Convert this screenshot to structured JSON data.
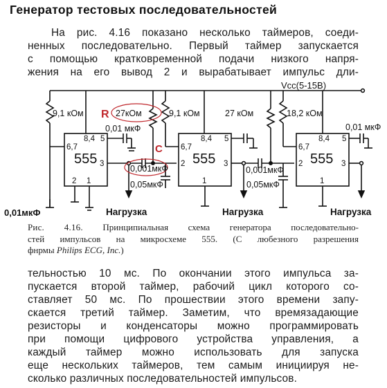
{
  "heading": "Генератор тестовых последовательностей",
  "paragraph1": [
    "На рис. 4.16 показано несколько таймеров, соеди-",
    "ненных последовательно. Первый таймер запускается",
    "с помощью кратковременной подачи низкого напря-",
    "жения на его вывод 2 и вырабатывает импульс дли-"
  ],
  "caption": {
    "lead": "Рис. 4.16.",
    "line1_rest": "Принципиальная схема генератора последовательно-",
    "line2": "стей импульсов на микросхеме 555. (С любезного разрешения",
    "line3_prefix": "фнрмы",
    "line3_brand": "Philips ECG, Inc.",
    "line3_suffix": ")"
  },
  "paragraph2": [
    "тельностью 10 мс. По окончании этого импульса за-",
    "пускается второй таймер, рабочий цикл которого со-",
    "ставляет 50 мс. По прошествии этого времени запу-",
    "скается третий таймер. Заметим, что времязадающие",
    "резисторы и конденсаторы можно программировать",
    "при помощи цифрового устройства управления, а",
    "каждый таймер можно использовать для запуска",
    "еще нескольких таймеров, тем самым инициируя не-",
    "сколько различных последовательностей импульсов."
  ],
  "schematic": {
    "supply": "Vcc(5-15В)",
    "chip_label": "555",
    "res_9k1_a": "9,1 кОм",
    "res_27k_a": "27кОм",
    "res_9k1_b": "9,1 кОм",
    "res_27k_b": "27 кОм",
    "res_18k2": "18,2 кОм",
    "cap_001uf_a": "0,01 мкФ",
    "cap_001uf_b": "0,01 мкФ",
    "cap_001uf_left": "0,01мкФ",
    "cap_0001_a": "0,001мкФ",
    "cap_0001_b": "0,001мкФ",
    "cap_005_a": "0,05мкФ",
    "cap_005_b": "0,05мкФ",
    "load": "Нагрузка",
    "mark_r": "R",
    "mark_c": "C",
    "pins": {
      "p67": "6,7",
      "p84": "8,4",
      "p5": "5",
      "p2": "2",
      "p3": "3",
      "p1": "1"
    }
  }
}
